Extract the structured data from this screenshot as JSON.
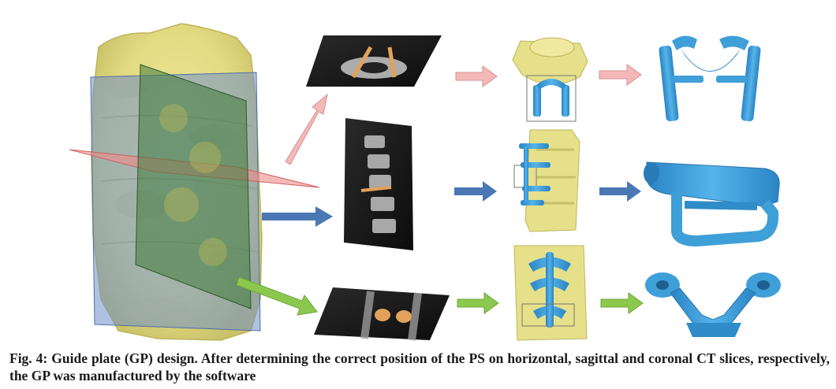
{
  "caption": {
    "text": "Fig. 4: Guide plate (GP) design. After determining the correct position of the PS on horizontal, sagittal and coronal CT slices, respectively, the GP was manufactured by the software"
  },
  "colors": {
    "background": "#ffffff",
    "spine_model": "#e6e08a",
    "plane_horizontal": "#f08a8a",
    "plane_sagittal": "#6f8fc8",
    "plane_coronal": "#3f7a3a",
    "arrow_pink": "#f4b8b8",
    "arrow_blue": "#4a78b4",
    "arrow_green": "#8cc84e",
    "guide_plate": "#3f9fd8",
    "ct_slice": "#1a1a1a",
    "screw_trajectory": "#e3a25a"
  },
  "rows": [
    {
      "name": "horizontal",
      "arrow_color": "pink"
    },
    {
      "name": "sagittal",
      "arrow_color": "blue"
    },
    {
      "name": "coronal",
      "arrow_color": "green"
    }
  ]
}
